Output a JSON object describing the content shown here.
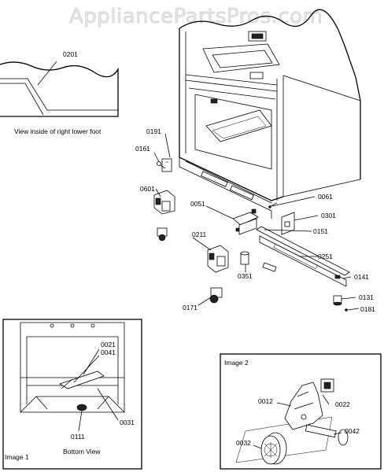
{
  "watermark": "AppliancePartsPros.com",
  "captions": {
    "right_foot_view": "View inside of right lower foot",
    "bottom_view": "Bottom View",
    "image1": "Image 1",
    "image2": "Image 2"
  },
  "part_labels": {
    "p0201": "0201",
    "p0191": "0191",
    "p0161": "0161",
    "p0601": "0601",
    "p0061": "0061",
    "p0051": "0051",
    "p0301": "0301",
    "p0151": "0151",
    "p0211": "0211",
    "p0251": "0251",
    "p0351": "0351",
    "p0141": "0141",
    "p0131": "0131",
    "p0181": "0181",
    "p0171": "0171",
    "p0021": "0021",
    "p0041": "0041",
    "p0031": "0031",
    "p0111": "0111",
    "p0012": "0012",
    "p0022": "0022",
    "p0042": "0042",
    "p0032": "0032"
  }
}
